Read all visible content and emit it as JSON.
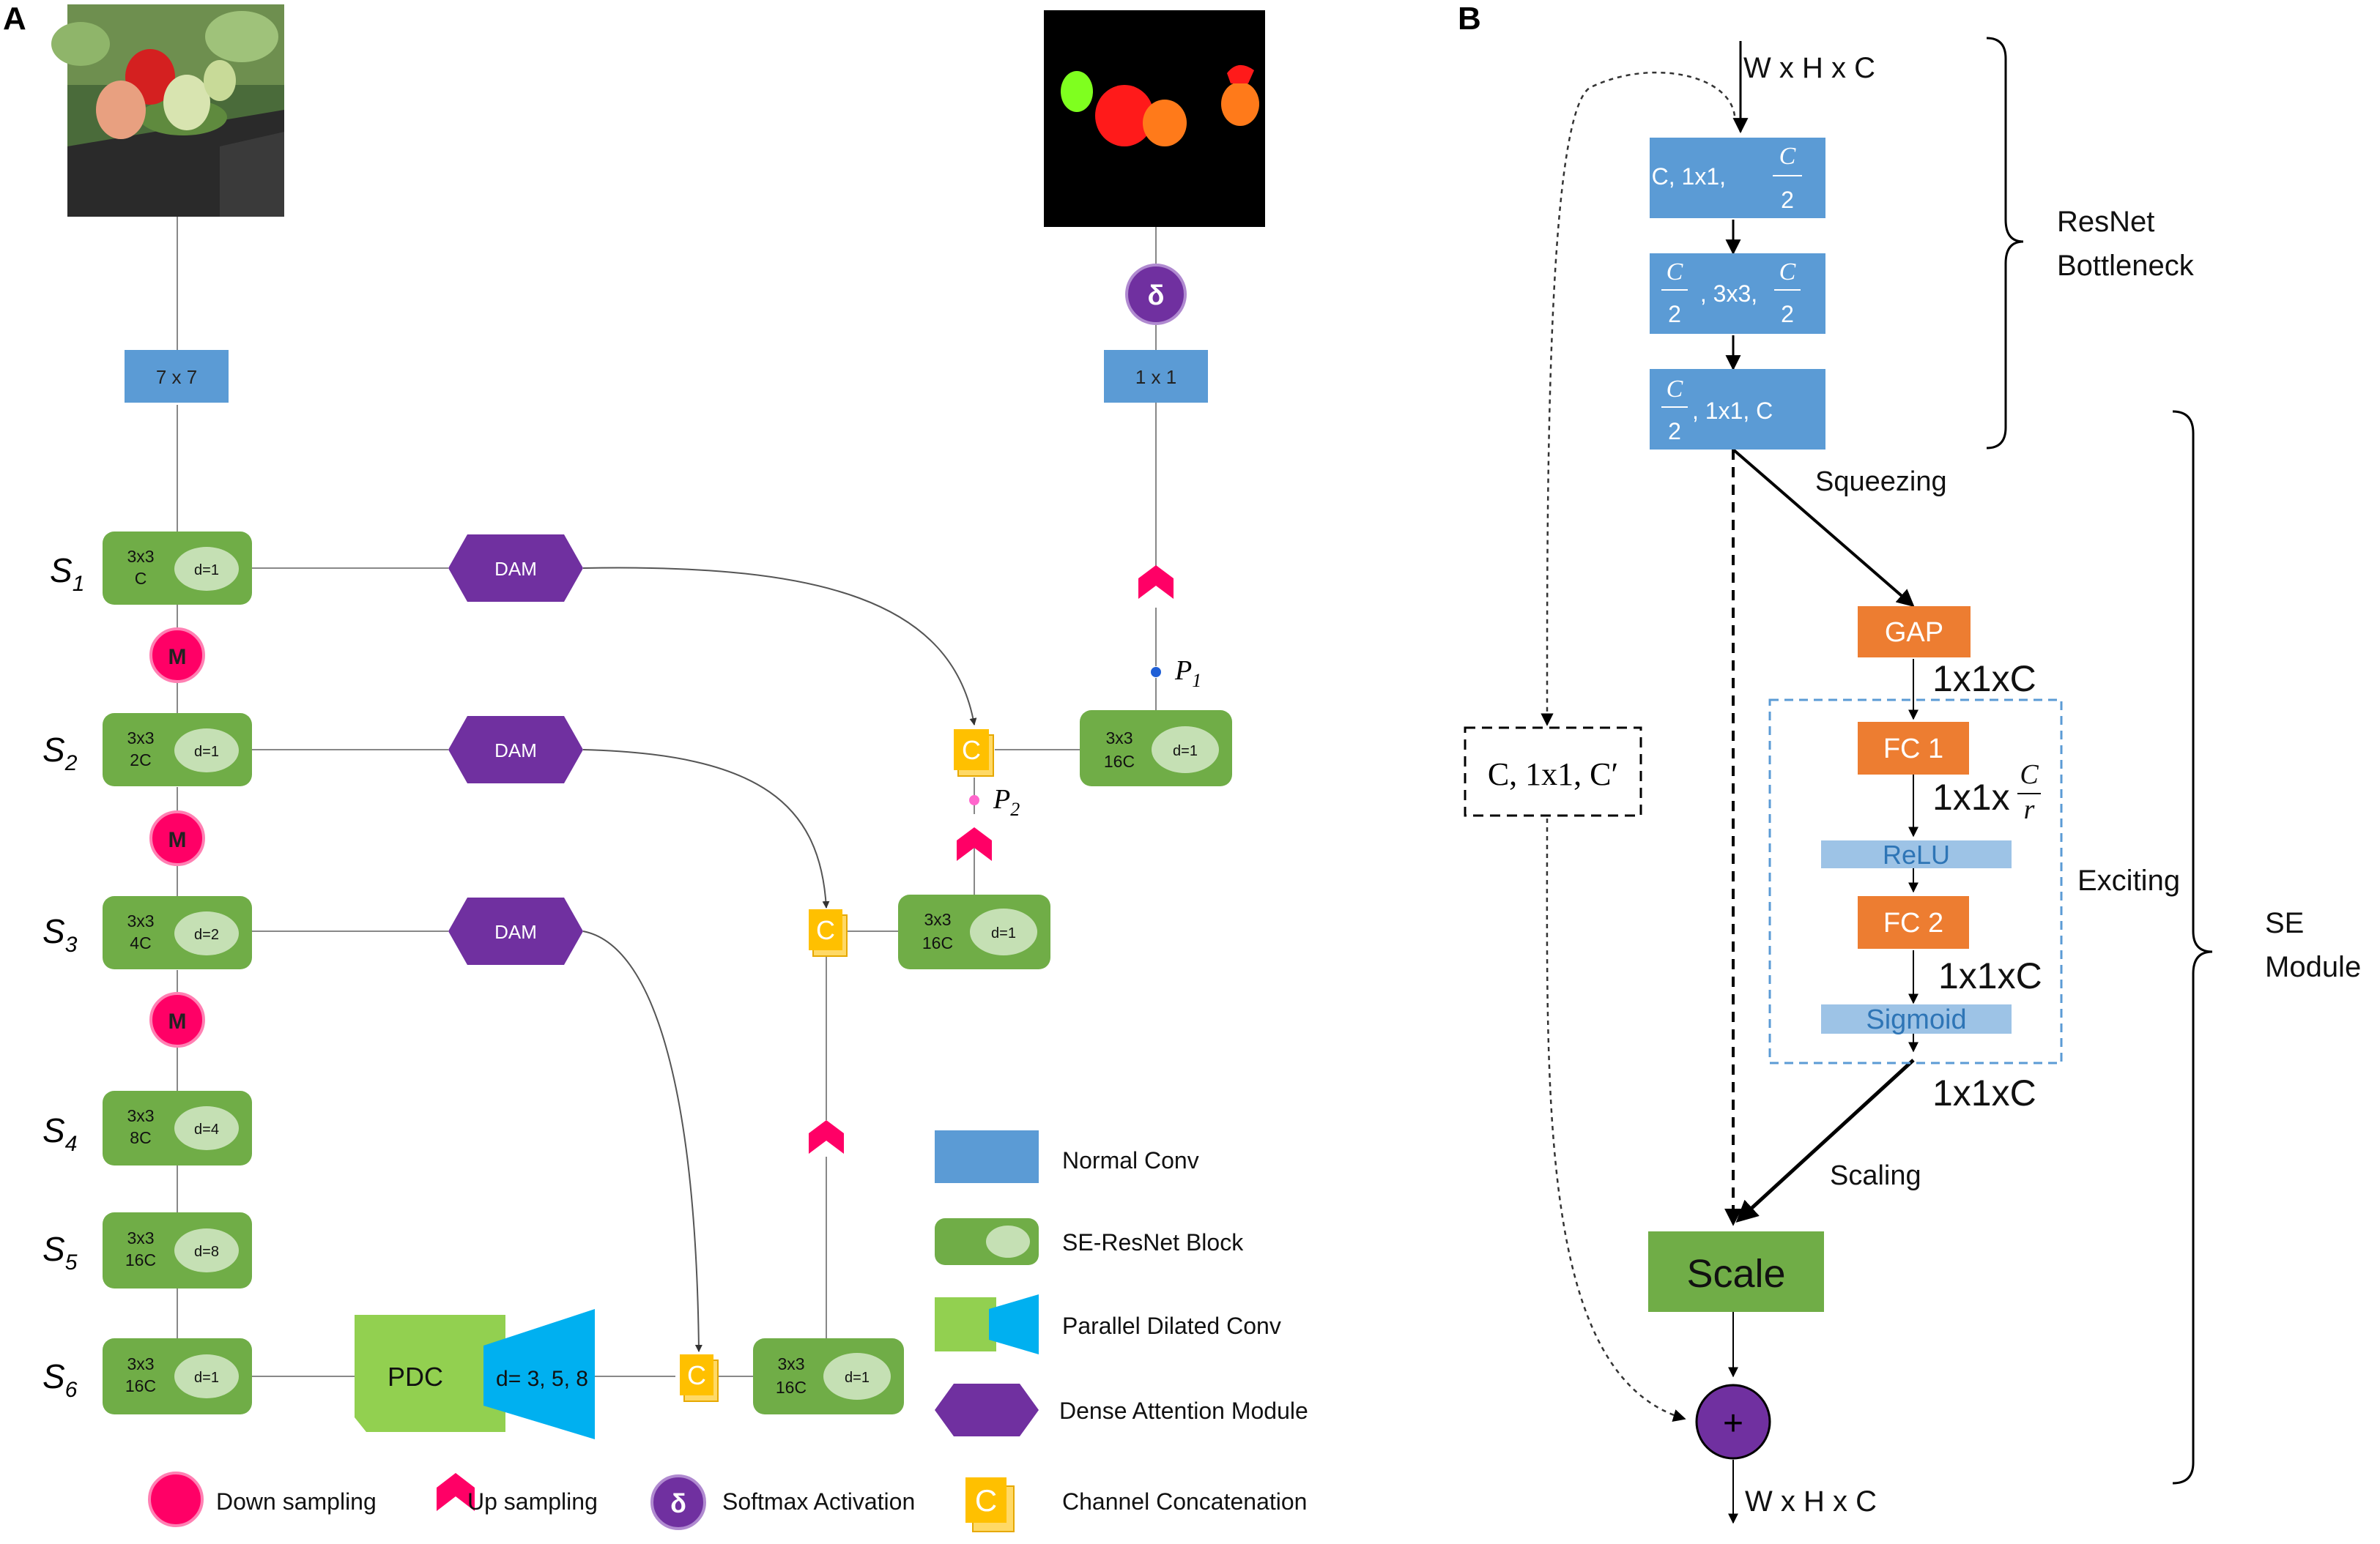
{
  "panels": {
    "a": "A",
    "b": "B"
  },
  "colors": {
    "conv": "#5b9bd5",
    "block": "#70ad47",
    "block_inner": "#c5e0b4",
    "pdc_light": "#92d050",
    "pdc_blue": "#00b0f0",
    "dam": "#7030a0",
    "down": "#ff0066",
    "concat": "#ffc000",
    "orange": "#ed7d31",
    "light_blue": "#9dc3e6",
    "dashed_blue": "#5b9bd5"
  },
  "panel_a": {
    "conv_top": "7 x 7",
    "conv_out": "1 x 1",
    "softmax": "δ",
    "stages": {
      "s1": {
        "main": "S",
        "sub": "1"
      },
      "s2": {
        "main": "S",
        "sub": "2"
      },
      "s3": {
        "main": "S",
        "sub": "3"
      },
      "s4": {
        "main": "S",
        "sub": "4"
      },
      "s5": {
        "main": "S",
        "sub": "5"
      },
      "s6": {
        "main": "S",
        "sub": "6"
      }
    },
    "blocks": {
      "s1": {
        "k": "3x3",
        "c": "C",
        "d": "d=1"
      },
      "s2": {
        "k": "3x3",
        "c": "2C",
        "d": "d=1"
      },
      "s3": {
        "k": "3x3",
        "c": "4C",
        "d": "d=2"
      },
      "s4": {
        "k": "3x3",
        "c": "8C",
        "d": "d=4"
      },
      "s5": {
        "k": "3x3",
        "c": "16C",
        "d": "d=8"
      },
      "s6": {
        "k": "3x3",
        "c": "16C",
        "d": "d=1"
      },
      "dec1": {
        "k": "3x3",
        "c": "16C",
        "d": "d=1"
      },
      "dec2": {
        "k": "3x3",
        "c": "16C",
        "d": "d=1"
      },
      "dec3": {
        "k": "3x3",
        "c": "16C",
        "d": "d=1"
      }
    },
    "down": "M",
    "dam": "DAM",
    "concat": "C",
    "pdc": "PDC",
    "pdc_rates": "d= 3, 5, 8",
    "p1": {
      "main": "P",
      "sub": "1"
    },
    "p2": {
      "main": "P",
      "sub": "2"
    },
    "legend": {
      "normal_conv": "Normal Conv",
      "se_block": "SE-ResNet Block",
      "pdc": "Parallel Dilated Conv",
      "dam": "Dense Attention Module",
      "down": "Down sampling",
      "up": "Up sampling",
      "softmax": "Softmax Activation",
      "concat": "Channel Concatenation"
    }
  },
  "panel_b": {
    "input": "W x H x C",
    "output": "W x H x C",
    "conv1": {
      "a": "C, 1x1,",
      "num": "C",
      "den": "2"
    },
    "conv2": {
      "num1": "C",
      "den1": "2",
      "mid": ", 3x3,",
      "num2": "C",
      "den2": "2"
    },
    "conv3": {
      "num": "C",
      "den": "2",
      "rest": ", 1x1,  C"
    },
    "shortcut": "C, 1x1, C′",
    "squeezing": "Squeezing",
    "gap": "GAP",
    "dim1": "1x1xC",
    "fc1": "FC 1",
    "dim2": {
      "pre": "1x1x",
      "num": "C",
      "den": "r"
    },
    "relu": "ReLU",
    "fc2": "FC 2",
    "dim3": "1x1xC",
    "sigmoid": "Sigmoid",
    "dim4": "1x1xC",
    "scaling": "Scaling",
    "scale": "Scale",
    "plus": "+",
    "bracket_resnet": [
      "ResNet",
      "Bottleneck"
    ],
    "bracket_exciting": "Exciting",
    "bracket_se": [
      "SE",
      "Module"
    ]
  }
}
